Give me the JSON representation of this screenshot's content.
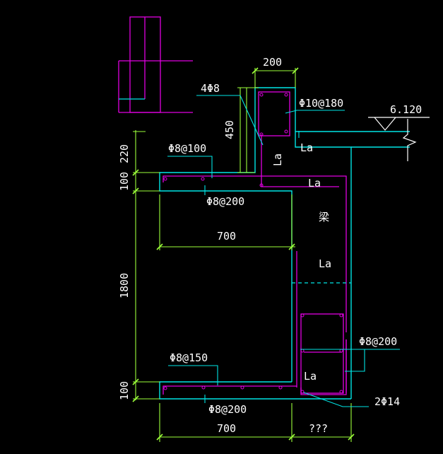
{
  "colors": {
    "background": "#000000",
    "concrete_outline": "#00e5e5",
    "rebar": "#e000e0",
    "dimension": "#9cff3a",
    "leader": "#00e5e5",
    "text": "#ffffff",
    "top_block": "#e000e0"
  },
  "labels": {
    "dim_top_width": "200",
    "dim_height_450": "450",
    "rebar_top_corner": "4Φ8",
    "stirrup": "Φ10@180",
    "elevation": "6.120",
    "la_1": "La",
    "la_2": "La",
    "la_3": "La",
    "la_4": "La",
    "dim_220": "220",
    "dim_100_top": "100",
    "rebar_upper_slab_top": "Φ8@100",
    "rebar_upper_slab_bottom": "Φ8@200",
    "beam_label": "梁",
    "dim_700_upper": "700",
    "dim_1800": "1800",
    "rebar_lower_slab_top": "Φ8@150",
    "rebar_wall_right": "Φ8@200",
    "dim_100_bottom": "100",
    "rebar_lower_slab_bottom": "Φ8@200",
    "rebar_corner_bottom": "2Φ14",
    "dim_700_lower": "700",
    "dim_unknown": "???"
  }
}
